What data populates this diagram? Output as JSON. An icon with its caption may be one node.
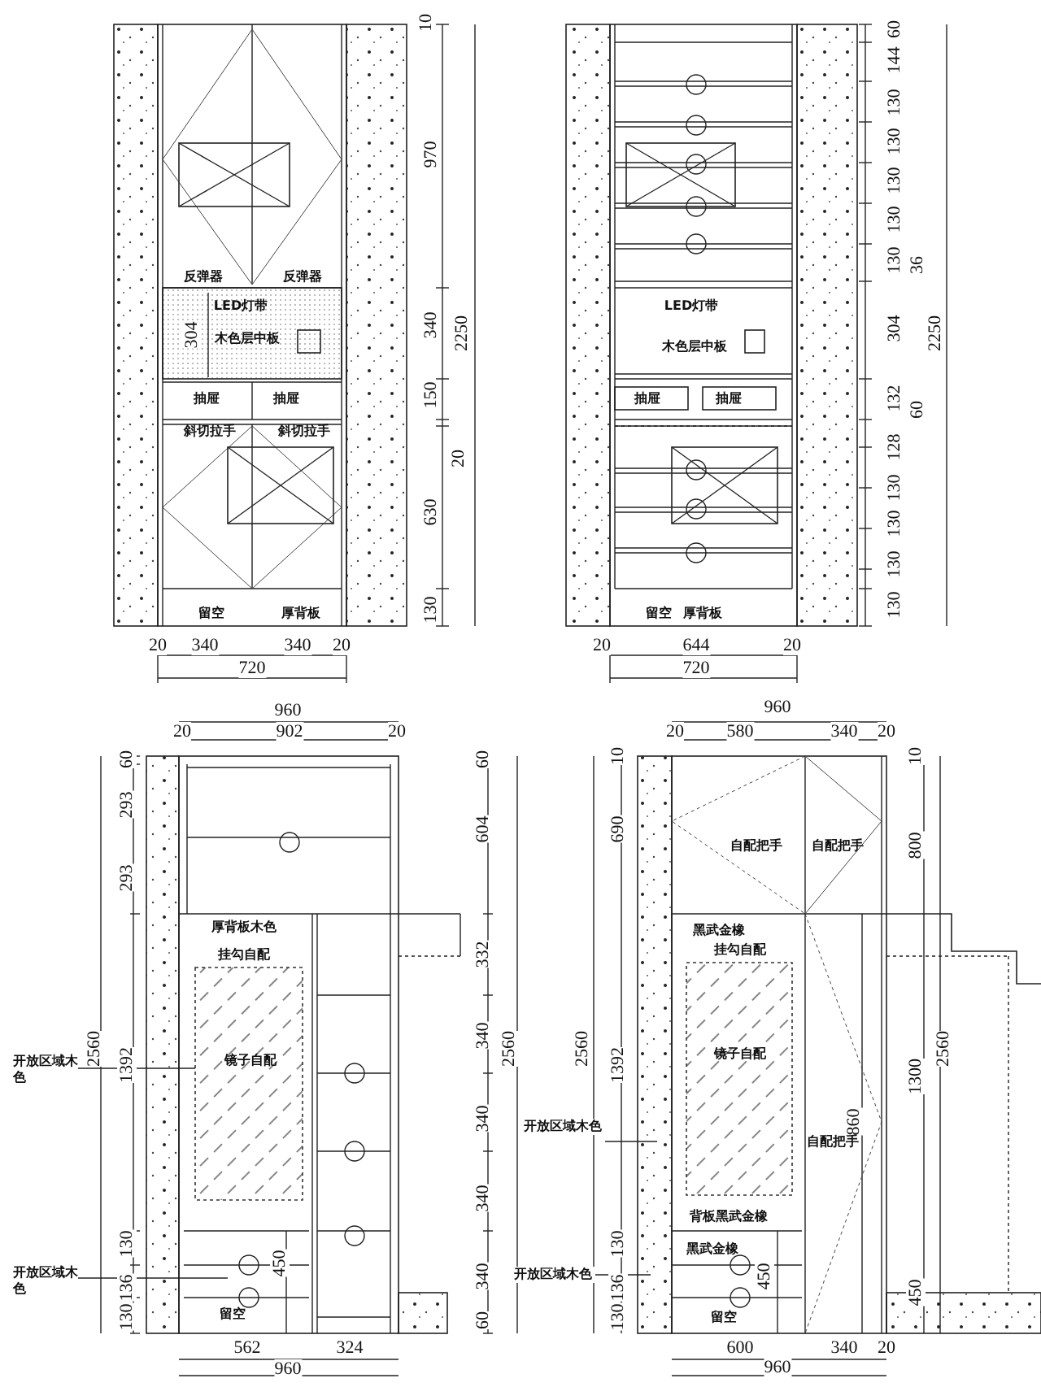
{
  "diagram": {
    "nodes": [
      {
        "text": [
          "开放区域木色"
        ]
      },
      {
        "text": [
          "开放区域木色"
        ]
      },
      {
        "text": [
          "开放区域木色"
        ]
      },
      {
        "text": [
          "开放区域木色"
        ]
      },
      {
        "text": [],
        "shape": "box"
      }
    ],
    "edges": [
      {
        "from": 0,
        "to": 4,
        "arrow": "none"
      },
      {
        "from": 1,
        "to": null,
        "arrow": "none"
      },
      {
        "from": 2,
        "to": null,
        "arrow": "none"
      },
      {
        "from": 3,
        "to": null,
        "arrow": "none"
      }
    ],
    "labels": [
      "10",
      "反弹器",
      "反弹器",
      "LED灯带",
      "304",
      "木色层中板",
      "970",
      "340",
      "2250",
      "150",
      "抽屉",
      "抽屉",
      "斜切拉手",
      "斜切拉手",
      "20",
      "630",
      "130",
      "留空",
      "厚背板",
      "20",
      "340",
      "340",
      "20",
      "720",
      "60",
      "144",
      "130",
      "130",
      "130",
      "130",
      "130",
      "36",
      "LED灯带",
      "304",
      "2250",
      "木色层中板",
      "132",
      "抽屉",
      "抽屉",
      "60",
      "128",
      "130",
      "130",
      "130",
      "130",
      "留空",
      "厚背板",
      "20",
      "644",
      "20",
      "720",
      "960",
      "20",
      "902",
      "20",
      "60",
      "60",
      "293",
      "604",
      "293",
      "厚背板木色",
      "挂勾自配",
      "332",
      "340",
      "2560",
      "2560",
      "镜子自配",
      "1392",
      "340",
      "340",
      "130",
      "450",
      "340",
      "136",
      "130",
      "留空",
      "60",
      "562",
      "324",
      "960",
      "960",
      "20",
      "580",
      "340",
      "20",
      "10",
      "10",
      "690",
      "自配把手",
      "自配把手",
      "800",
      "黑武金橡",
      "挂勾自配",
      "2560",
      "2560",
      "镜子自配",
      "1392",
      "1300",
      "860",
      "自配把手",
      "背板黑武金橡",
      "130",
      "黑武金橡",
      "450",
      "136",
      "450",
      "130",
      "留空",
      "600",
      "340",
      "20",
      "960"
    ]
  }
}
